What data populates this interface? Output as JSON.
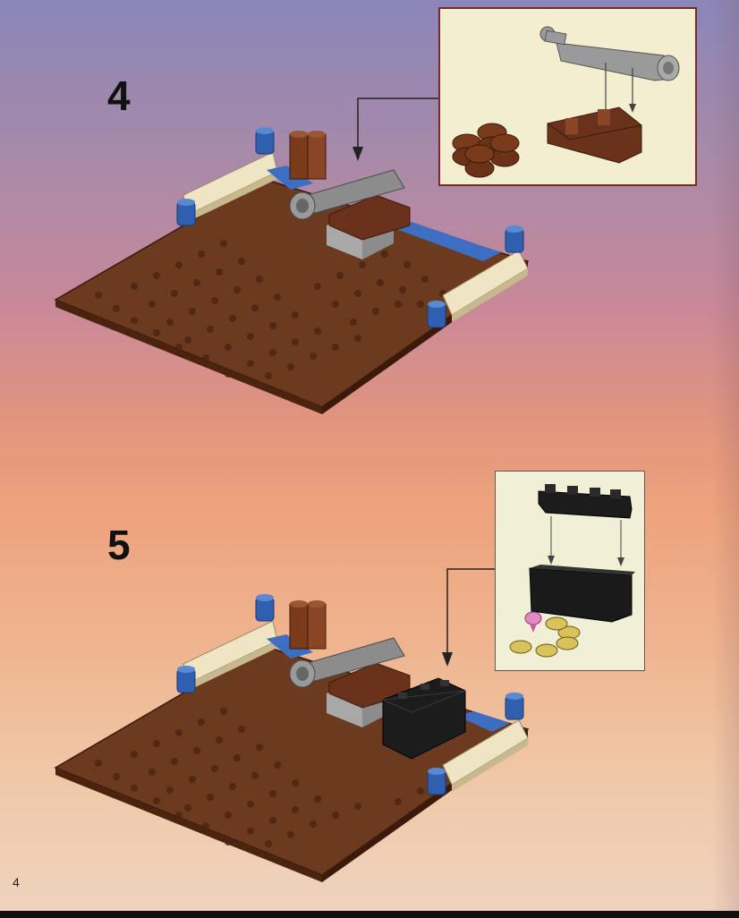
{
  "steps": [
    {
      "number": "4"
    },
    {
      "number": "5"
    }
  ],
  "page_number": "4",
  "colors": {
    "baseplate": "#6e3a1e",
    "stud": "#5a2d15",
    "tan": "#efe4c4",
    "blue": "#2f5fae",
    "gray": "#8c8c8c",
    "black": "#1c1c1c",
    "callout_bg": "#f2eecf"
  },
  "icons": [
    "arrow-icon",
    "cannon-icon",
    "treasure-chest-icon",
    "barrel-icon",
    "coin-icon",
    "gem-icon"
  ]
}
